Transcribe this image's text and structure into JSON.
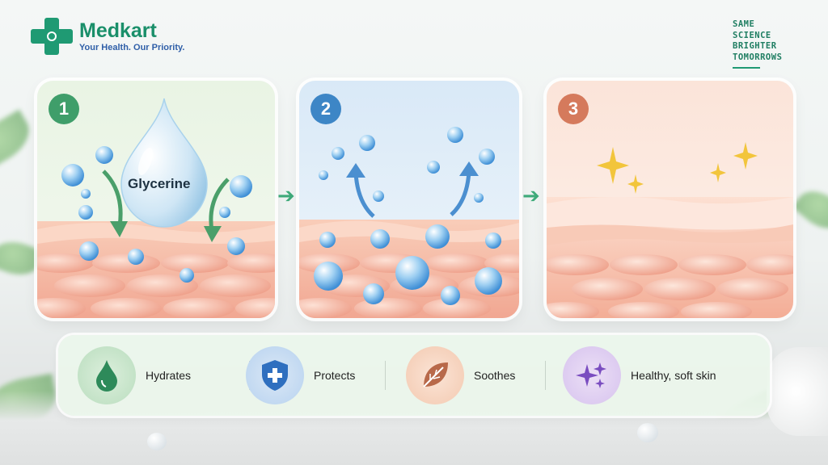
{
  "brand": {
    "name": "Medkart",
    "tagline": "Your Health. Our Priority."
  },
  "slogan": {
    "lines": [
      "SAME",
      "SCIENCE",
      "BRIGHTER",
      "TOMORROWS"
    ]
  },
  "steps": [
    {
      "number": "1",
      "label": "Glycerine",
      "color": "#3f9e6a"
    },
    {
      "number": "2",
      "color": "#3d86c6"
    },
    {
      "number": "3",
      "color": "#d57a5c"
    }
  ],
  "benefits": [
    {
      "label": "Hydrates",
      "icon": "water-drop-icon",
      "color": "#3fa06c"
    },
    {
      "label": "Protects",
      "icon": "shield-plus-icon",
      "color": "#3a7fc8"
    },
    {
      "label": "Soothes",
      "icon": "leaf-icon",
      "color": "#b8694a"
    },
    {
      "label": "Healthy, soft skin",
      "icon": "sparkles-icon",
      "color": "#8a5bc4"
    }
  ],
  "colors": {
    "accent": "#1f9a73",
    "skin": "#f4b9a6"
  }
}
